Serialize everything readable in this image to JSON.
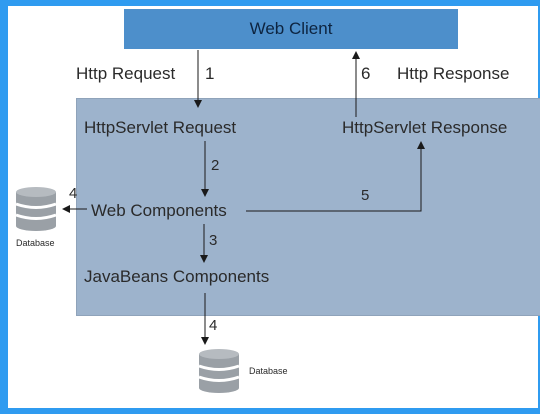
{
  "web_client": "Web Client",
  "http_request": "Http Request",
  "http_response": "Http Response",
  "servlet_request": "HttpServlet Request",
  "servlet_response": "HttpServlet Response",
  "web_components": "Web Components",
  "javabeans_components": "JavaBeans Components",
  "database_left": "Database",
  "database_bottom": "Database",
  "steps": {
    "s1": "1",
    "s2": "2",
    "s3": "3",
    "s4a": "4",
    "s4b": "4",
    "s5": "5",
    "s6": "6"
  },
  "colors": {
    "frame": "#2f9bf0",
    "client": "#4d8fcb",
    "server": "#9db3cc",
    "db": "#9aa0a6"
  }
}
